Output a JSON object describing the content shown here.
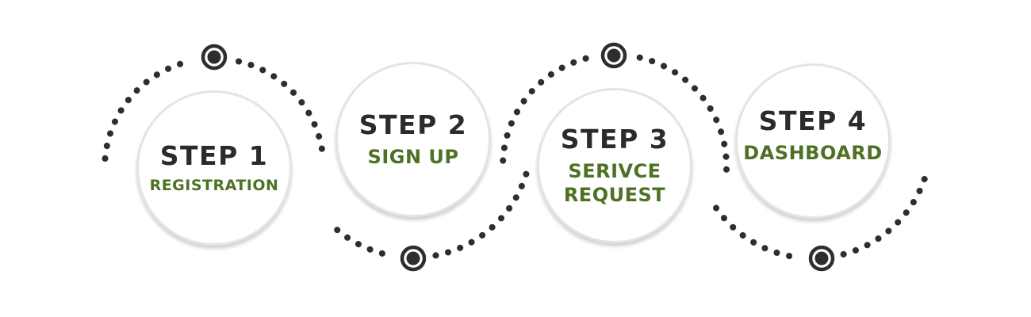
{
  "diagram": {
    "kind": "process-steps",
    "step_count": 4
  },
  "colors": {
    "title-color": "#2b2b2b",
    "accent-green": "#4e7125",
    "dot-color": "#2e2e2e",
    "circle-fill": "#ffffff",
    "circle-rim": "#e4e4e6"
  },
  "steps": [
    {
      "label": "STEP 1",
      "sublabel": "REGISTRATION"
    },
    {
      "label": "STEP 2",
      "sublabel": "SIGN UP"
    },
    {
      "label": "STEP 3",
      "sublabel": "SERIVCE REQUEST"
    },
    {
      "label": "STEP 4",
      "sublabel": "DASHBOARD"
    }
  ]
}
